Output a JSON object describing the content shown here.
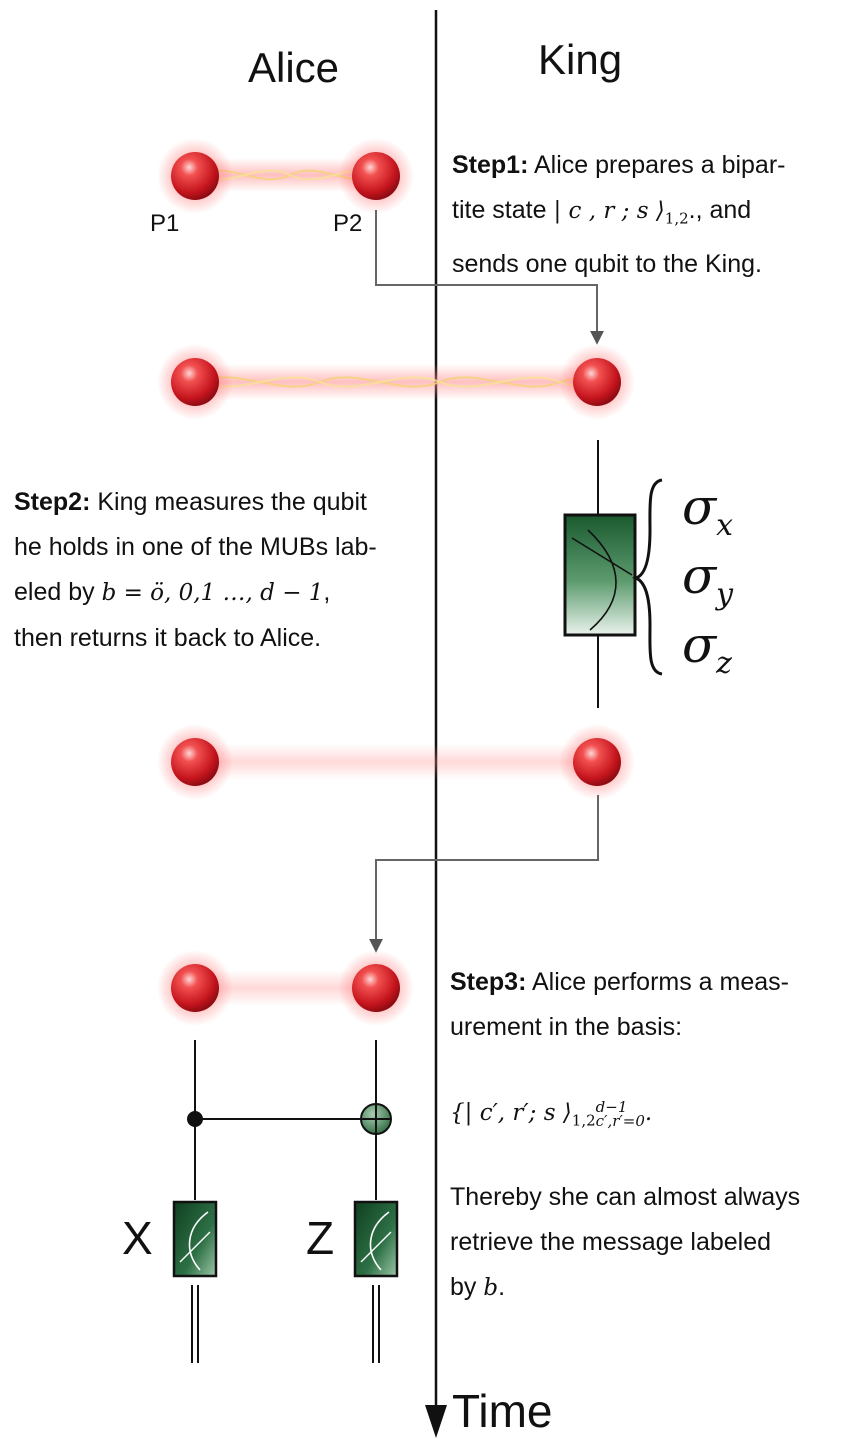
{
  "headers": {
    "alice": "Alice",
    "king": "King"
  },
  "particles": {
    "p1": "P1",
    "p2": "P2"
  },
  "step1": {
    "label": "Step1:",
    "text_a": " Alice prepares a bipar-",
    "text_b": "tite state ",
    "state": "| c , r ; s ⟩",
    "state_sub": "1,2",
    "text_c": "., and",
    "text_d": "sends one qubit to the King."
  },
  "step2": {
    "label": "Step2:",
    "text_a": " King measures the qubit",
    "text_b": "he holds in one of the MUBs lab-",
    "text_c": "eled by ",
    "math": "b = ö, 0,1 …, d − 1",
    "text_d": ",",
    "text_e": "then returns it back to Alice."
  },
  "step3": {
    "label": "Step3:",
    "text_a": " Alice performs a meas-",
    "text_b": "urement in the basis:",
    "formula": "{| c′, r′; s ⟩",
    "formula_sub": "1,2",
    "formula_sup": "d−1",
    "formula_idx": "c′,r′=0",
    "formula_end": ".",
    "text_c": "Thereby she can almost always",
    "text_d": "retrieve the message labeled",
    "text_e": "by ",
    "text_f": "b",
    "text_g": "."
  },
  "sigmas": {
    "x": "σ",
    "x_sub": "x",
    "y": "σ",
    "y_sub": "y",
    "z": "σ",
    "z_sub": "z"
  },
  "meas_labels": {
    "x": "X",
    "z": "Z"
  },
  "time": "Time",
  "colors": {
    "particle": "#d81d25",
    "glow": "#ff9a9a",
    "box": "#1f5a33",
    "line": "#111111",
    "arrow": "#666666"
  }
}
